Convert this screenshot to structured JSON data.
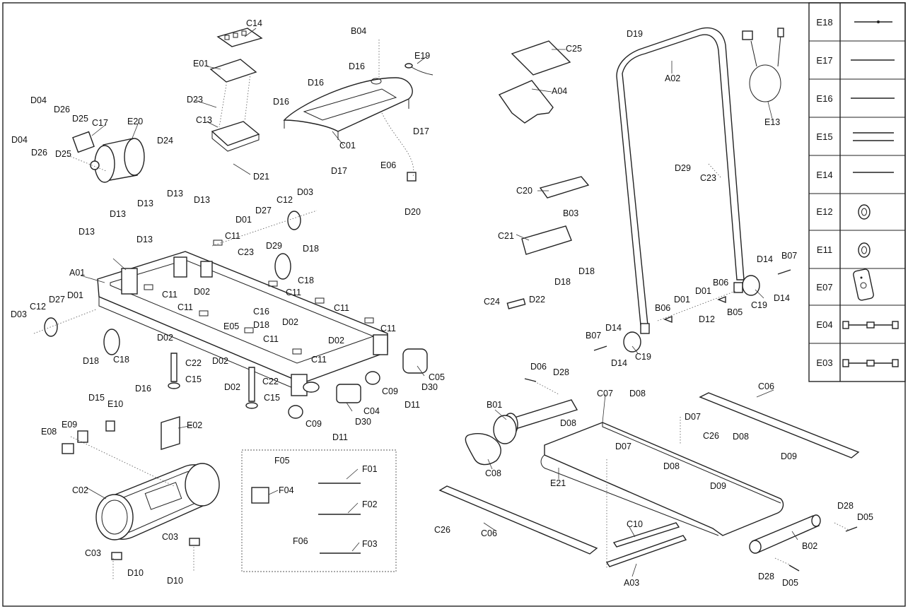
{
  "callouts": {
    "C14": "C14",
    "B04": "B04",
    "E01": "E01",
    "D16a": "D16",
    "D16b": "D16",
    "D16c": "D16",
    "E19": "E19",
    "D23": "D23",
    "C13": "C13",
    "C01": "C01",
    "D17a": "D17",
    "D17b": "D17",
    "E06": "E06",
    "D20": "D20",
    "D21": "D21",
    "D04a": "D04",
    "D04b": "D04",
    "D26a": "D26",
    "D26b": "D26",
    "D25a": "D25",
    "D25b": "D25",
    "C17": "C17",
    "E20": "E20",
    "D24": "D24",
    "D13a": "D13",
    "D13b": "D13",
    "D13c": "D13",
    "D13d": "D13",
    "D13e": "D13",
    "D13f": "D13",
    "D03a": "D03",
    "D03b": "D03",
    "C12a": "C12",
    "C12b": "C12",
    "D27a": "D27",
    "D27b": "D27",
    "D01a": "D01",
    "D01b": "D01",
    "C11a": "C11",
    "C11b": "C11",
    "C11c": "C11",
    "C11d": "C11",
    "C11e": "C11",
    "C11f": "C11",
    "C11g": "C11",
    "C11h": "C11",
    "C23a": "C23",
    "D29a": "D29",
    "D18a": "D18",
    "D18b": "D18",
    "D18c": "D18",
    "C18a": "C18",
    "C18b": "C18",
    "A01": "A01",
    "D02a": "D02",
    "D02b": "D02",
    "D02c": "D02",
    "D02d": "D02",
    "D02e": "D02",
    "D02f": "D02",
    "C16": "C16",
    "E05": "E05",
    "C22a": "C22",
    "C22b": "C22",
    "C15a": "C15",
    "C15b": "C15",
    "C05": "C05",
    "D30a": "D30",
    "D30b": "D30",
    "D11a": "D11",
    "D11b": "D11",
    "C09a": "C09",
    "C09b": "C09",
    "C04": "C04",
    "D16d": "D16",
    "D15": "D15",
    "E10": "E10",
    "E08": "E08",
    "E09": "E09",
    "E02": "E02",
    "C02": "C02",
    "C03a": "C03",
    "C03b": "C03",
    "D10a": "D10",
    "D10b": "D10",
    "F05": "F05",
    "F04": "F04",
    "F01": "F01",
    "F02": "F02",
    "F06": "F06",
    "F03": "F03",
    "C25": "C25",
    "A04": "A04",
    "D19": "D19",
    "A02": "A02",
    "E13": "E13",
    "D29b": "D29",
    "C23b": "C23",
    "C20": "C20",
    "B03": "B03",
    "C21": "C21",
    "D18d": "D18",
    "D18e": "D18",
    "D22": "D22",
    "C24": "C24",
    "D14a": "D14",
    "D14b": "D14",
    "D14c": "D14",
    "D14d": "D14",
    "B07a": "B07",
    "B07b": "B07",
    "D01c": "D01",
    "D01d": "D01",
    "B06a": "B06",
    "B06b": "B06",
    "D12": "D12",
    "B05": "B05",
    "C19a": "C19",
    "C19b": "C19",
    "D06": "D06",
    "D28a": "D28",
    "D28b": "D28",
    "D28c": "D28",
    "C07": "C07",
    "D08a": "D08",
    "D08b": "D08",
    "D08c": "D08",
    "D08d": "D08",
    "D07a": "D07",
    "D07b": "D07",
    "C06a": "C06",
    "C06b": "C06",
    "C26a": "C26",
    "C26b": "C26",
    "B01": "B01",
    "C08": "C08",
    "E21": "E21",
    "D09a": "D09",
    "D09b": "D09",
    "C10": "C10",
    "A03": "A03",
    "B02": "B02",
    "D05a": "D05",
    "D05b": "D05"
  },
  "legend": [
    {
      "label": "E18",
      "icon": "cable-icon"
    },
    {
      "label": "E17",
      "icon": "cable-icon"
    },
    {
      "label": "E16",
      "icon": "cable-icon"
    },
    {
      "label": "E15",
      "icon": "double-cable-icon"
    },
    {
      "label": "E14",
      "icon": "cable-icon"
    },
    {
      "label": "E12",
      "icon": "ferrite-ring-icon"
    },
    {
      "label": "E11",
      "icon": "ferrite-ring-icon"
    },
    {
      "label": "E07",
      "icon": "remote-control-icon"
    },
    {
      "label": "E04",
      "icon": "connector-cable-icon"
    },
    {
      "label": "E03",
      "icon": "connector-cable-icon"
    }
  ]
}
